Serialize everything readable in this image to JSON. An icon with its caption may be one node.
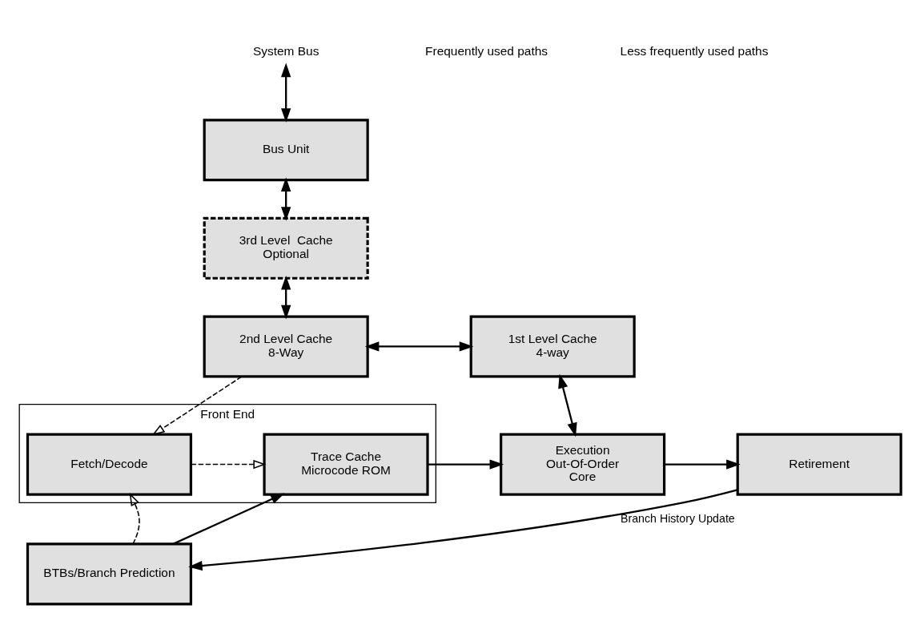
{
  "diagram": {
    "nodes": [
      {
        "text": [
          "System Bus"
        ]
      },
      {
        "text": [
          "Bus Unit"
        ]
      },
      {
        "text": [
          "3rd Level  Cache",
          "Optional"
        ]
      },
      {
        "text": [
          "2nd Level Cache",
          "8-Way"
        ]
      },
      {
        "text": [
          "1st Level Cache",
          "4-way"
        ]
      },
      {
        "text": [
          "Front End"
        ]
      },
      {
        "text": [
          "Fetch/Decode"
        ],
        "in": 5
      },
      {
        "text": [
          "Trace Cache",
          "Microcode ROM"
        ],
        "in": 5
      },
      {
        "text": [
          "Execution",
          "Out-Of-Order",
          "Core"
        ]
      },
      {
        "text": [
          "Retirement"
        ]
      },
      {
        "text": [
          "BTBs/Branch Prediction"
        ]
      }
    ],
    "edges": [
      {
        "from": 0,
        "to": 1,
        "arrow": "both"
      },
      {
        "from": 1,
        "to": 2,
        "arrow": "both"
      },
      {
        "from": 2,
        "to": 3,
        "arrow": "both"
      },
      {
        "from": 3,
        "to": 4,
        "arrow": "both"
      },
      {
        "from": 3,
        "to": 6,
        "arrow": "to",
        "style": "dashed"
      },
      {
        "from": 6,
        "to": 7,
        "arrow": "to",
        "style": "dashed"
      },
      {
        "from": 7,
        "to": 8,
        "arrow": "to"
      },
      {
        "from": 8,
        "to": 9,
        "arrow": "to"
      },
      {
        "from": 4,
        "to": 8,
        "arrow": "both"
      },
      {
        "from": 10,
        "to": 6,
        "arrow": "to",
        "style": "dashed"
      },
      {
        "from": 10,
        "to": 7,
        "arrow": "to"
      },
      {
        "from": 9,
        "to": 10,
        "arrow": "to",
        "label": "Branch History Update"
      }
    ],
    "legend": [
      {
        "text": "Frequently used paths"
      },
      {
        "text": "Less frequently used paths"
      }
    ]
  }
}
